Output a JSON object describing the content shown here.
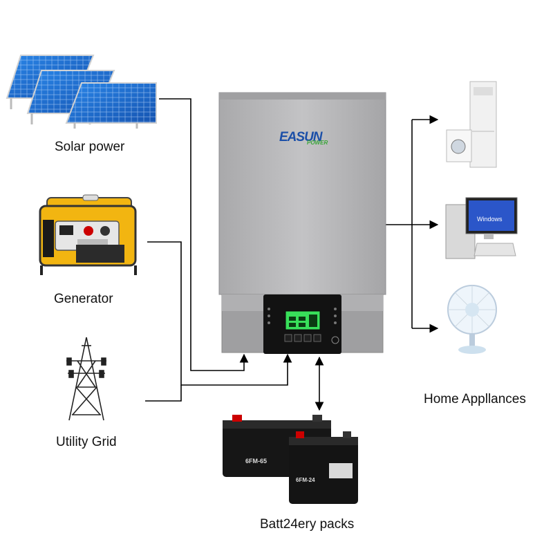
{
  "sources": {
    "solar_label": "Solar power",
    "generator_label": "Generator",
    "grid_label": "Utility Grid"
  },
  "inverter": {
    "brand_main": "EASUN",
    "brand_sub": "POWER"
  },
  "outputs": {
    "label": "Home Appllances",
    "windows_label": "Windows"
  },
  "batteries": {
    "label": "Batt24ery packs",
    "model_large": "6FM-65",
    "model_small": "6FM-24"
  },
  "colors": {
    "line": "#000000",
    "inverter_body": "#b9b9bb",
    "panel_blue": "#1f6fd1",
    "generator_yellow": "#f2b511",
    "brand_blue": "#1b4fa8",
    "brand_green": "#3aa639",
    "lcd_green": "#38e05a"
  }
}
